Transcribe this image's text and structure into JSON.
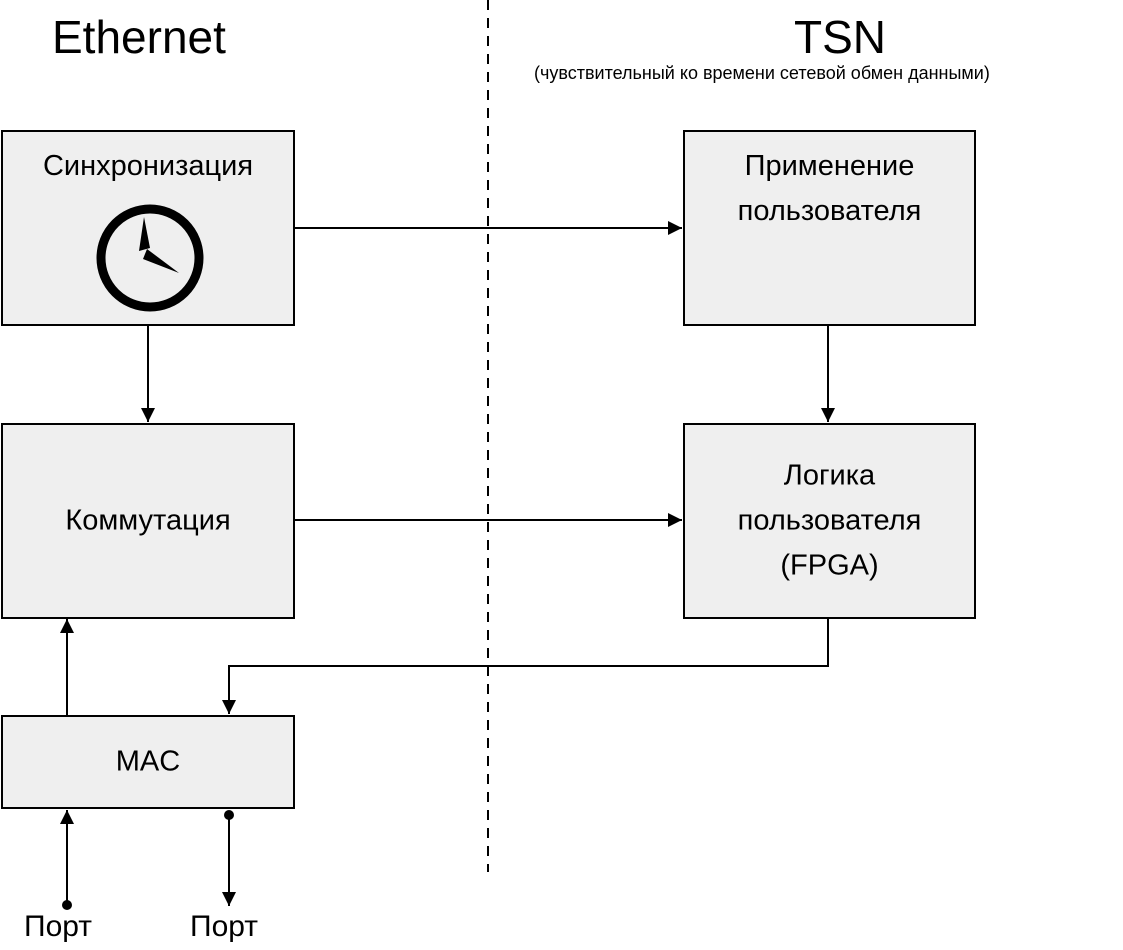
{
  "left_section": {
    "heading": "Ethernet"
  },
  "right_section": {
    "heading": "TSN",
    "subtitle": "(чувствительный ко времени сетевой обмен данными)"
  },
  "blocks": {
    "sync": {
      "label": "Синхронизация",
      "icon": "clock-icon"
    },
    "switching": {
      "label": "Коммутация"
    },
    "mac": {
      "label": "MAC"
    },
    "user_app": {
      "lines": [
        "Применение",
        "пользователя"
      ]
    },
    "user_logic": {
      "lines": [
        "Логика",
        "пользователя",
        "(FPGA)"
      ]
    }
  },
  "ports": {
    "input": "Порт",
    "output": "Порт"
  }
}
